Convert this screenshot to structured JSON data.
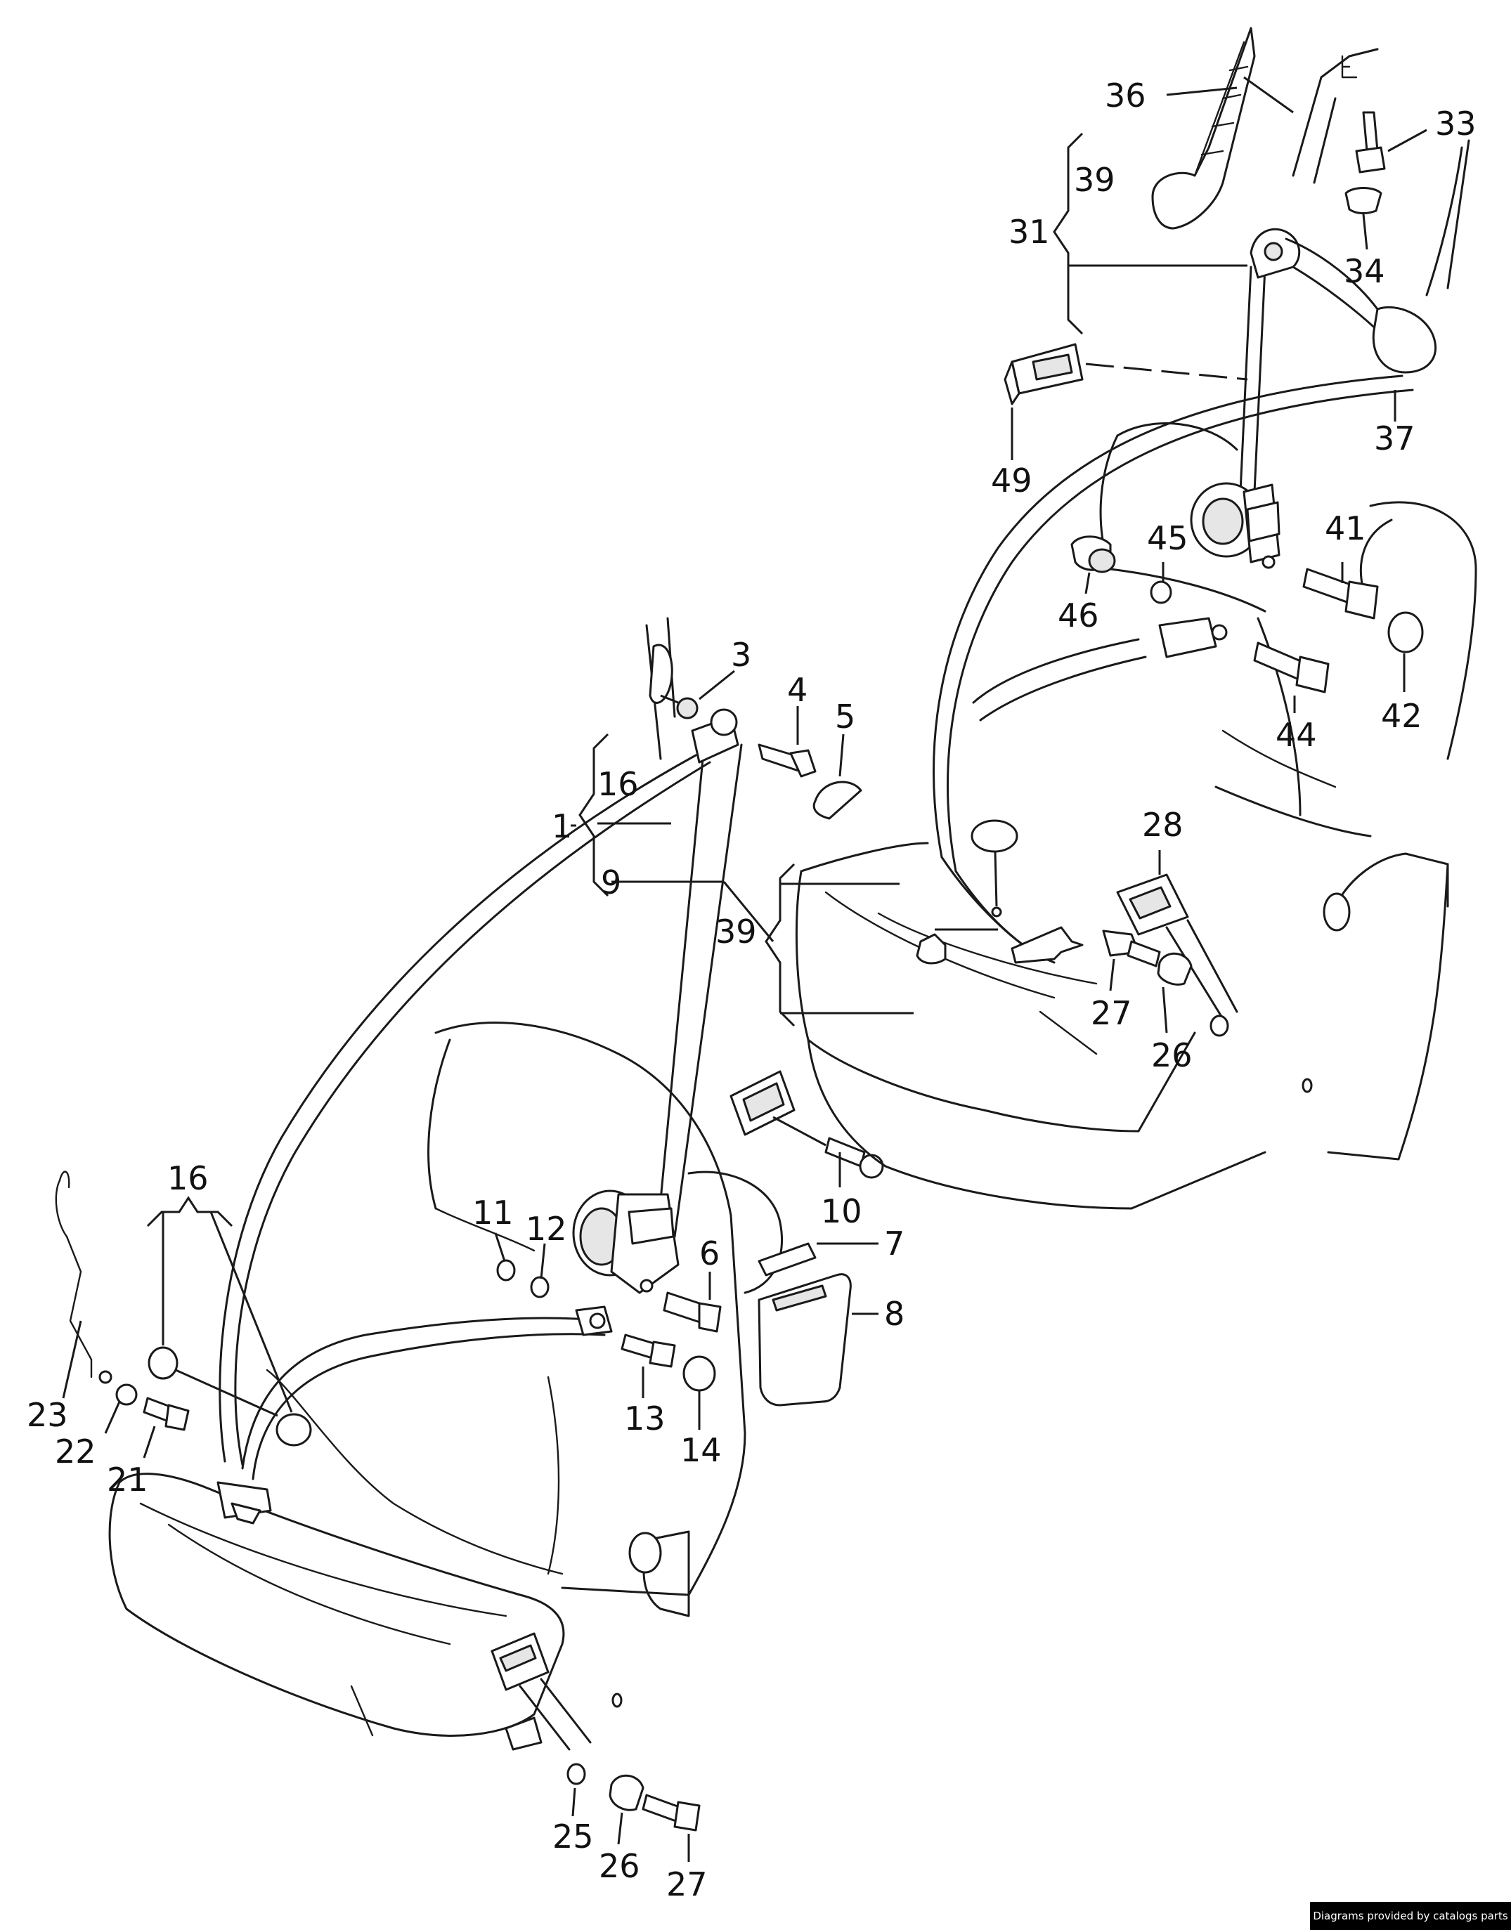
{
  "footer": {
    "credit": "Diagrams provided by catalogs parts"
  },
  "callouts": {
    "c1": "1",
    "c3": "3",
    "c4": "4",
    "c5": "5",
    "c6": "6",
    "c7": "7",
    "c8": "8",
    "c9": "9",
    "c10": "10",
    "c11": "11",
    "c12": "12",
    "c13": "13",
    "c14": "14",
    "c16a": "16",
    "c16b": "16",
    "c21": "21",
    "c22": "22",
    "c23": "23",
    "c25": "25",
    "c26a": "26",
    "c26b": "26",
    "c27a": "27",
    "c27b": "27",
    "c28": "28",
    "c31": "31",
    "c33": "33",
    "c34": "34",
    "c36": "36",
    "c37": "37",
    "c39a": "39",
    "c39b": "39",
    "c41": "41",
    "c42": "42",
    "c44": "44",
    "c45": "45",
    "c46": "46",
    "c49": "49"
  }
}
